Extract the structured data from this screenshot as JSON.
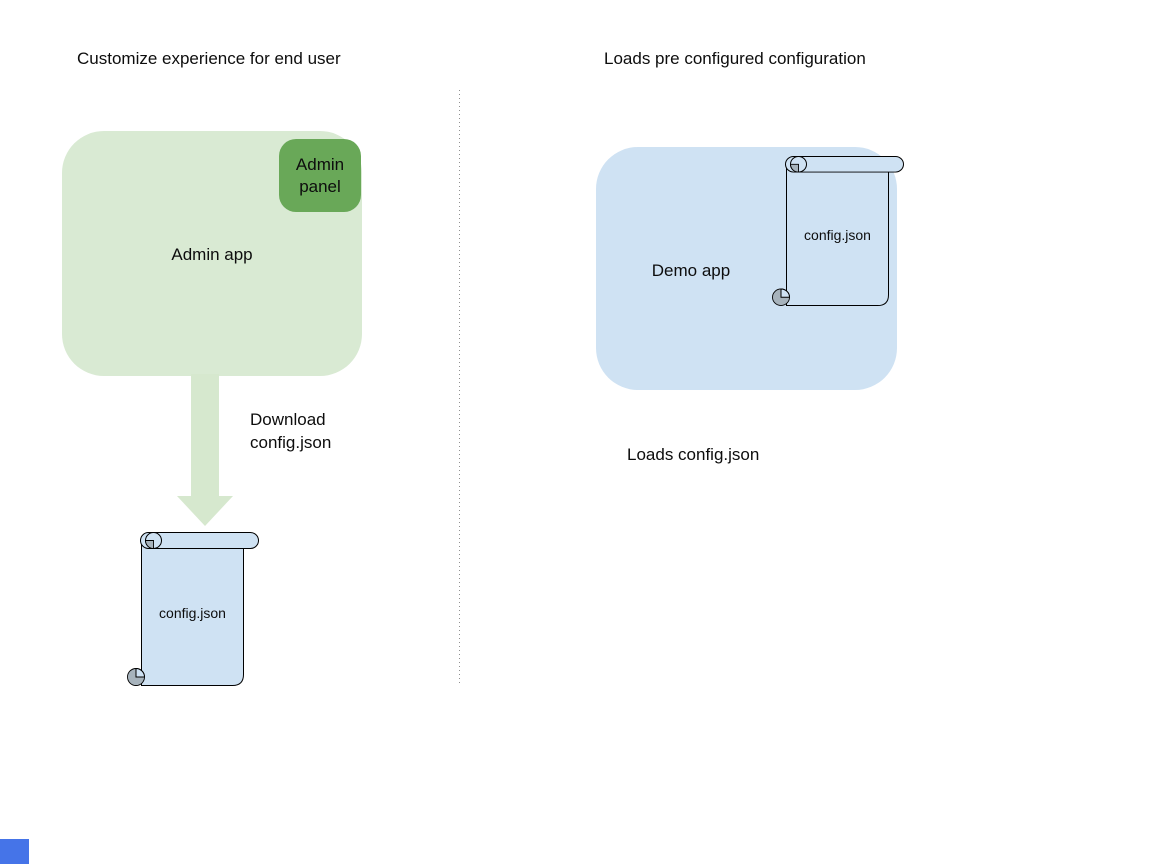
{
  "left_section": {
    "title": "Customize experience for end user",
    "admin_app": {
      "label": "Admin app",
      "fill": "#d9ead3"
    },
    "admin_panel": {
      "label": "Admin\npanel",
      "fill": "#69a858"
    },
    "download_arrow": {
      "label": "Download\nconfig.json",
      "fill": "#d6e8ce"
    },
    "config_file": {
      "label": "config.json",
      "fill": "#cfe2f3"
    }
  },
  "right_section": {
    "title": "Loads pre configured configuration",
    "demo_app": {
      "label": "Demo app",
      "fill": "#cfe2f3"
    },
    "config_file": {
      "label": "config.json",
      "fill": "#cfe2f3"
    },
    "caption": "Loads config.json"
  },
  "divider": {
    "style": "dotted-vertical",
    "color": "#909090"
  },
  "corner_marker": {
    "color": "#4574e8"
  }
}
